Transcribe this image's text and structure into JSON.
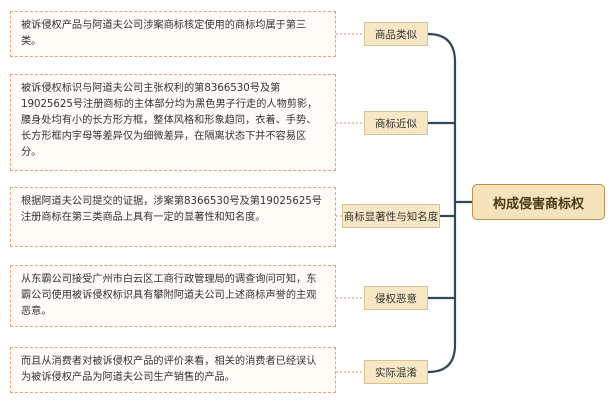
{
  "root": {
    "label": "构成侵害商标权"
  },
  "branches": [
    {
      "label": "商品类似",
      "text": "被诉侵权产品与阿道夫公司涉案商标核定使用的商标均属于第三类。"
    },
    {
      "label": "商标近似",
      "text": "被诉侵权标识与阿道夫公司主张权利的第8366530号及第19025625号注册商标的主体部分均为黑色男子行走的人物剪影，腰身处均有小的长方形方框，整体风格和形象趋同，衣着、手势、长方形框内字母等差异仅为细微差异，在隔离状态下并不容易区分。"
    },
    {
      "label": "商标显著性与知名度",
      "text": "根据阿道夫公司提交的证据，涉案第8366530号及第19025625号注册商标在第三类商品上具有一定的显著性和知名度。"
    },
    {
      "label": "侵权恶意",
      "text": "从东霸公司接受广州市白云区工商行政管理局的调查询问可知，东霸公司使用被诉侵权标识具有攀附阿道夫公司上述商标声誉的主观恶意。"
    },
    {
      "label": "实际混淆",
      "text": "而且从消费者对被诉侵权产品的评价来看，相关的消费者已经误认为被诉侵权产品为阿道夫公司生产销售的产品。"
    }
  ],
  "colors": {
    "connector": "#2f4a57",
    "note_border": "#e8a27a",
    "tag_fill": "#f8e7c4",
    "root_fill": "#f6e3bb"
  }
}
